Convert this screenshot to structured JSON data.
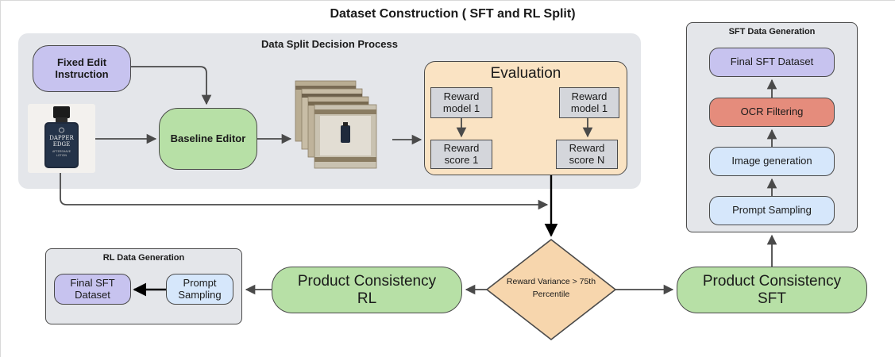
{
  "title": "Dataset Construction ( SFT and RL Split)",
  "split_panel": {
    "title": "Data Split Decision Process",
    "fixed_instruction": "Fixed Edit Instruction",
    "baseline_editor": "Baseline Editor",
    "product_image": {
      "brand_line1": "DAPPER",
      "brand_line2": "EDGE",
      "sub_line1": "AFTERSHAVE",
      "sub_line2": "LOTION"
    },
    "evaluation": {
      "title": "Evaluation",
      "model_left": "Reward model 1",
      "model_right": "Reward model 1",
      "score_left": "Reward score 1",
      "score_right": "Reward score N"
    }
  },
  "decision": {
    "line1": "Reward Variance > 75th",
    "line2": "Percentile"
  },
  "rl_node": "Product Consistency RL",
  "sft_node": "Product Consistency SFT",
  "rl_panel": {
    "title": "RL Data Generation",
    "final": "Final SFT Dataset",
    "prompt": "Prompt Sampling"
  },
  "sft_panel": {
    "title": "SFT Data Generation",
    "steps": [
      "Final SFT Dataset",
      "OCR Filtering",
      "Image generation",
      "Prompt Sampling"
    ]
  },
  "colors": {
    "purple": "#c7c3ef",
    "green": "#b7e0a6",
    "light_blue": "#d6e7fb",
    "ocr_red": "#e58c7c",
    "evaluation_bg": "#fae3c3",
    "decision_bg": "#f7d6ad",
    "panel_gray": "#e4e6ea"
  }
}
